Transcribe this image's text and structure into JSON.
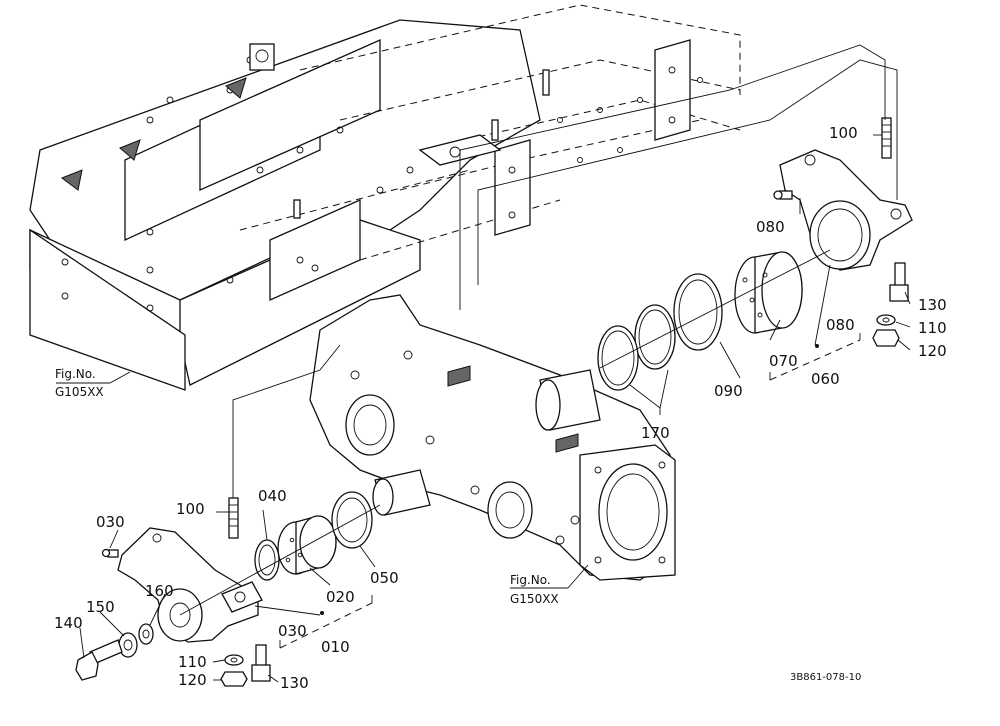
{
  "callouts": {
    "c100_top": "100",
    "c080_a": "080",
    "c130_r": "130",
    "c110_r": "110",
    "c120_r": "120",
    "c080_b": "080",
    "c070": "070",
    "c060": "060",
    "c090": "090",
    "c170": "170",
    "c100_left": "100",
    "c040": "040",
    "c030_a": "030",
    "c160": "160",
    "c150": "150",
    "c140": "140",
    "c020": "020",
    "c050": "050",
    "c030_b": "030",
    "c010": "010",
    "c110_l": "110",
    "c120_l": "120",
    "c130_l": "130"
  },
  "figure_refs": {
    "ref_left_line1": "Fig.No.",
    "ref_left_line2": "G105XX",
    "ref_center_line1": "Fig.No.",
    "ref_center_line2": "G150XX"
  },
  "drawing_code": "3B861-078-10"
}
